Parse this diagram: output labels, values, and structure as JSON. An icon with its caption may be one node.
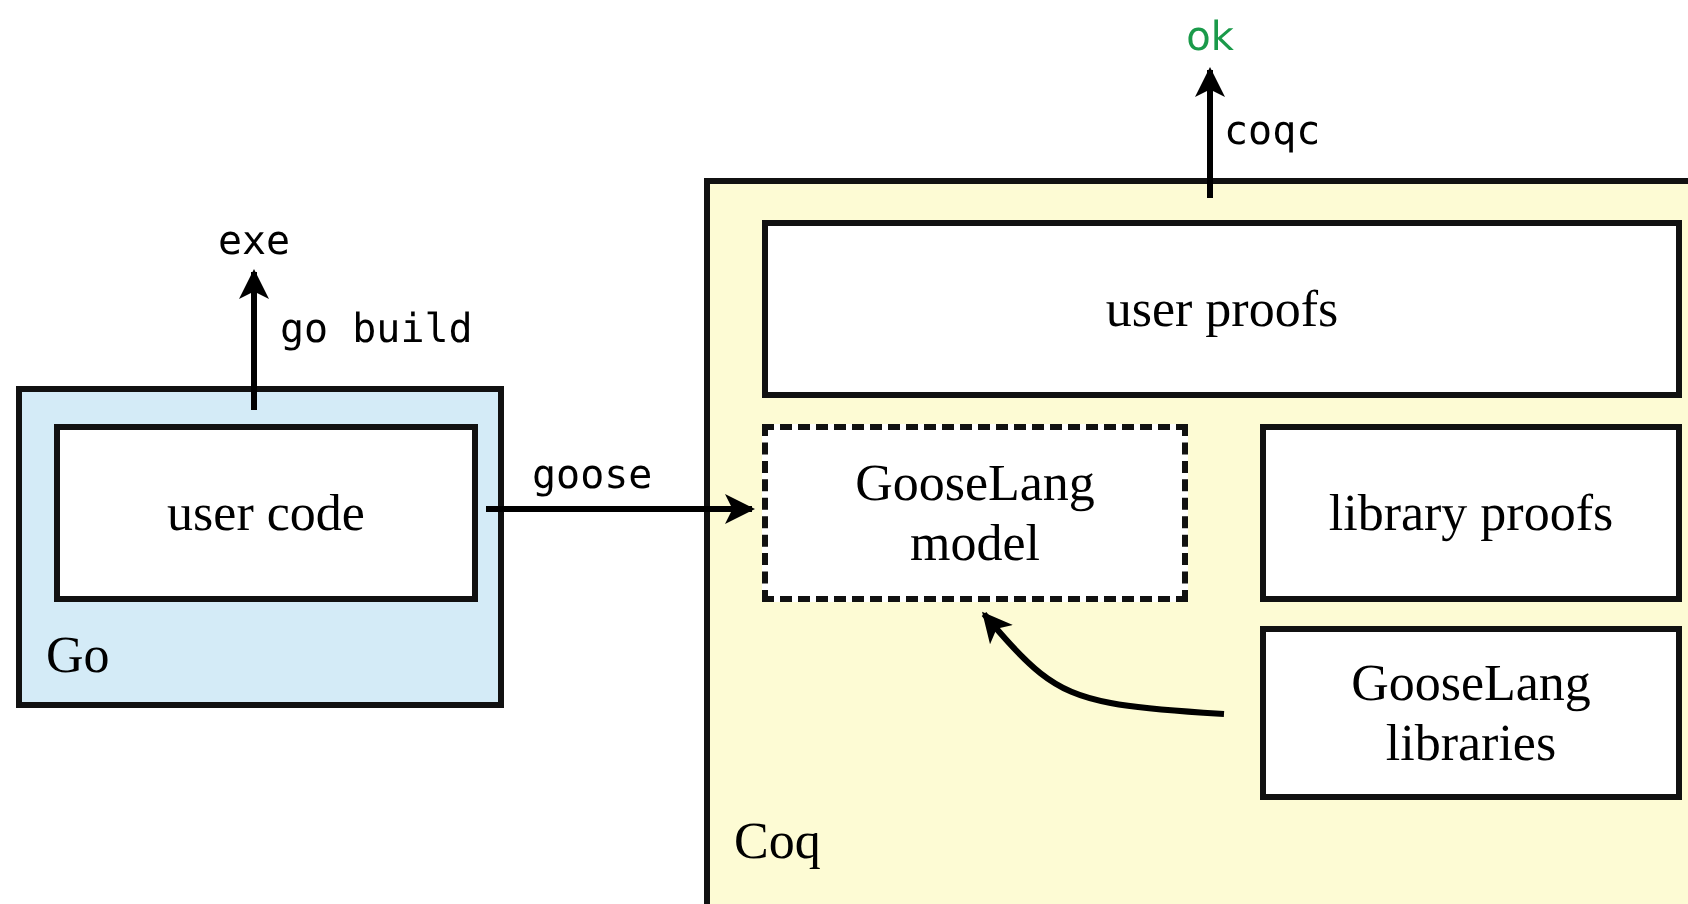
{
  "diagram": {
    "nodes": [
      {
        "text": [
          "Go"
        ]
      },
      {
        "text": [
          "user code"
        ],
        "in": 0
      },
      {
        "text": [
          "exe"
        ]
      },
      {
        "text": [
          "Coq"
        ]
      },
      {
        "text": [
          "user proofs"
        ],
        "in": 3
      },
      {
        "text": [
          "GooseLang model"
        ],
        "in": 3
      },
      {
        "text": [
          "library proofs"
        ],
        "in": 3
      },
      {
        "text": [
          "GooseLang libraries"
        ],
        "in": 3
      },
      {
        "text": [
          "ok"
        ]
      }
    ],
    "edges": [
      {
        "from": 1,
        "to": 2,
        "arrow": "to",
        "label": "go build"
      },
      {
        "from": 1,
        "to": 5,
        "arrow": "to",
        "label": "goose"
      },
      {
        "from": 4,
        "to": 8,
        "arrow": "to",
        "label": "coqc"
      },
      {
        "from": 7,
        "to": 5,
        "arrow": "to"
      }
    ]
  }
}
